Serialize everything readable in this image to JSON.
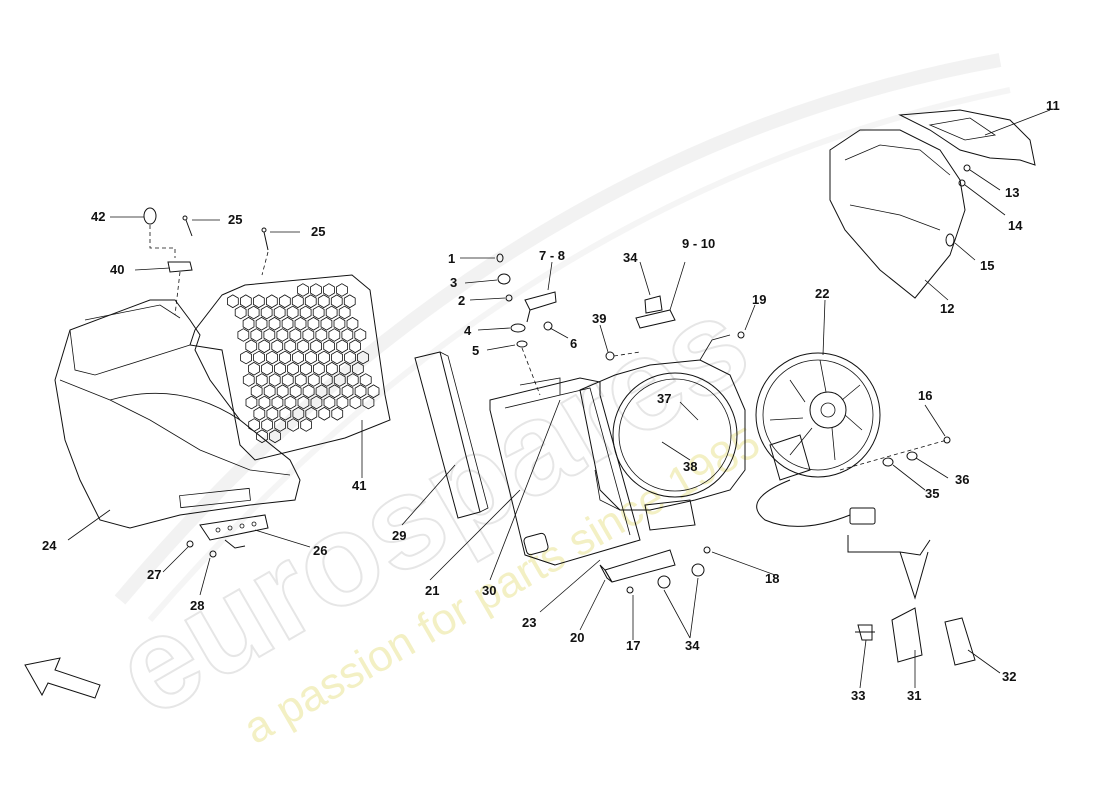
{
  "watermark": {
    "brand": "eurospares",
    "tagline": "a passion for parts since 1985"
  },
  "callouts": [
    {
      "id": "c1",
      "text": "1"
    },
    {
      "id": "c2",
      "text": "2"
    },
    {
      "id": "c3",
      "text": "3"
    },
    {
      "id": "c4",
      "text": "4"
    },
    {
      "id": "c5",
      "text": "5"
    },
    {
      "id": "c6",
      "text": "6"
    },
    {
      "id": "c7",
      "text": "7 - 8"
    },
    {
      "id": "c9",
      "text": "9 - 10"
    },
    {
      "id": "c11",
      "text": "11"
    },
    {
      "id": "c12",
      "text": "12"
    },
    {
      "id": "c13",
      "text": "13"
    },
    {
      "id": "c14",
      "text": "14"
    },
    {
      "id": "c15",
      "text": "15"
    },
    {
      "id": "c16",
      "text": "16"
    },
    {
      "id": "c17",
      "text": "17"
    },
    {
      "id": "c18",
      "text": "18"
    },
    {
      "id": "c19",
      "text": "19"
    },
    {
      "id": "c20",
      "text": "20"
    },
    {
      "id": "c21",
      "text": "21"
    },
    {
      "id": "c22",
      "text": "22"
    },
    {
      "id": "c23",
      "text": "23"
    },
    {
      "id": "c24",
      "text": "24"
    },
    {
      "id": "c25a",
      "text": "25"
    },
    {
      "id": "c25b",
      "text": "25"
    },
    {
      "id": "c26",
      "text": "26"
    },
    {
      "id": "c27",
      "text": "27"
    },
    {
      "id": "c28",
      "text": "28"
    },
    {
      "id": "c29",
      "text": "29"
    },
    {
      "id": "c30",
      "text": "30"
    },
    {
      "id": "c31",
      "text": "31"
    },
    {
      "id": "c32",
      "text": "32"
    },
    {
      "id": "c33",
      "text": "33"
    },
    {
      "id": "c34a",
      "text": "34"
    },
    {
      "id": "c34b",
      "text": "34"
    },
    {
      "id": "c35",
      "text": "35"
    },
    {
      "id": "c36",
      "text": "36"
    },
    {
      "id": "c37",
      "text": "37"
    },
    {
      "id": "c38",
      "text": "38"
    },
    {
      "id": "c39",
      "text": "39"
    },
    {
      "id": "c40",
      "text": "40"
    },
    {
      "id": "c41",
      "text": "41"
    },
    {
      "id": "c42",
      "text": "42"
    }
  ]
}
